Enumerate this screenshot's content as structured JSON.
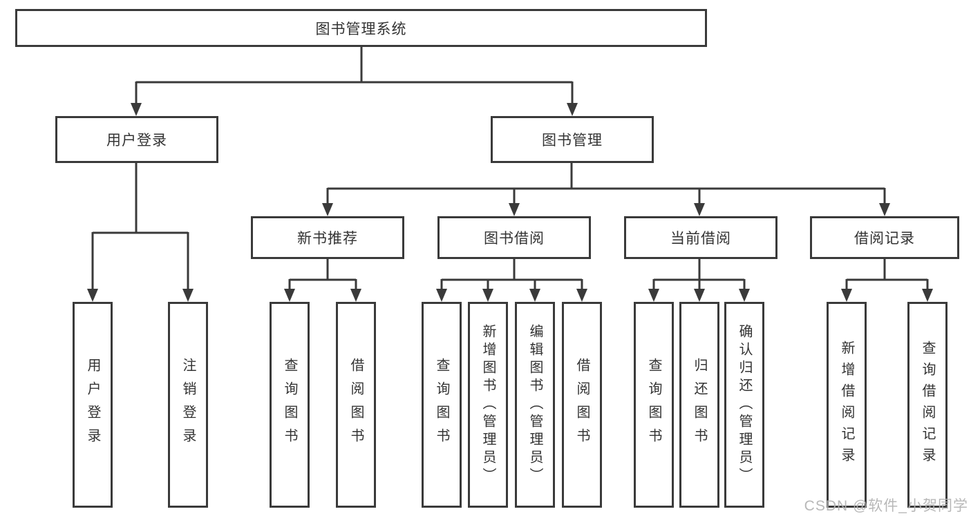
{
  "diagram": {
    "type": "hierarchy-tree",
    "nodes": {
      "root": {
        "label": "图书管理系统"
      },
      "level2": [
        {
          "label": "用户登录"
        },
        {
          "label": "图书管理"
        }
      ],
      "level3": [
        {
          "label": "新书推荐"
        },
        {
          "label": "图书借阅"
        },
        {
          "label": "当前借阅"
        },
        {
          "label": "借阅记录"
        }
      ],
      "leaves": {
        "user_login": [
          {
            "label": "用户登录"
          },
          {
            "label": "注销登录"
          }
        ],
        "new_book": [
          {
            "label": "查询图书"
          },
          {
            "label": "借阅图书"
          }
        ],
        "book_borrow": [
          {
            "label": "查询图书"
          },
          {
            "label": "新增图书（管理员）"
          },
          {
            "label": "编辑图书（管理员）"
          },
          {
            "label": "借阅图书"
          }
        ],
        "current_borrow": [
          {
            "label": "查询图书"
          },
          {
            "label": "归还图书"
          },
          {
            "label": "确认归还（管理员）"
          }
        ],
        "borrow_record": [
          {
            "label": "新增借阅记录"
          },
          {
            "label": "查询借阅记录"
          }
        ]
      }
    },
    "colors": {
      "line": "#3a3a3a",
      "text": "#333333",
      "watermark": "#b2b2b2",
      "background": "#ffffff"
    }
  },
  "watermark": {
    "text": "CSDN @软件_小贺同学"
  }
}
